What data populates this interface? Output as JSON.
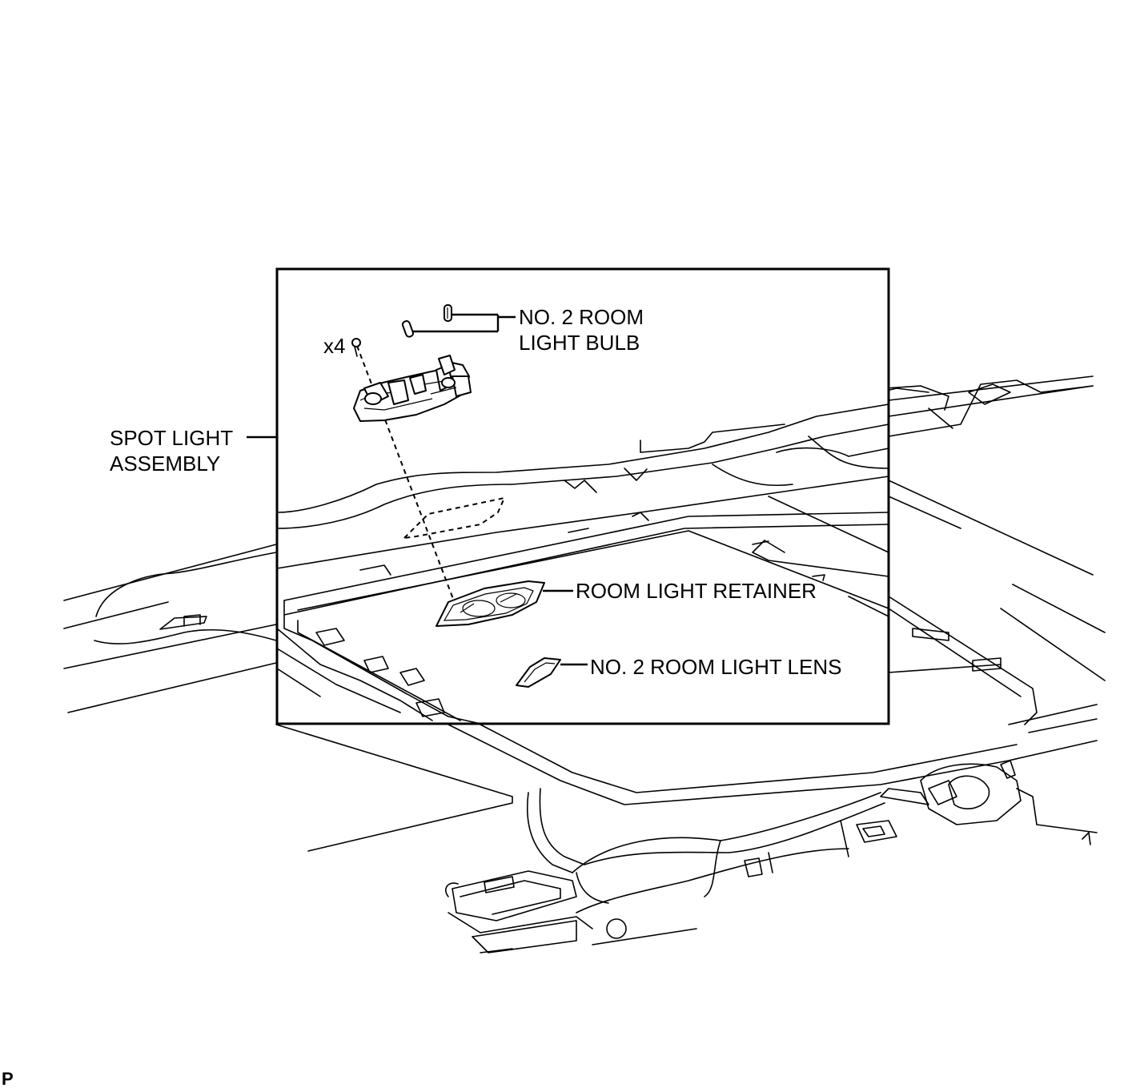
{
  "figure": {
    "callouts": {
      "bulb": "NO. 2 ROOM\nLIGHT BULB",
      "quantity": "x4",
      "spot_light": "SPOT LIGHT\nASSEMBLY",
      "retainer": "ROOM LIGHT RETAINER",
      "lens": "NO. 2 ROOM LIGHT LENS"
    },
    "corner_mark": "P"
  }
}
